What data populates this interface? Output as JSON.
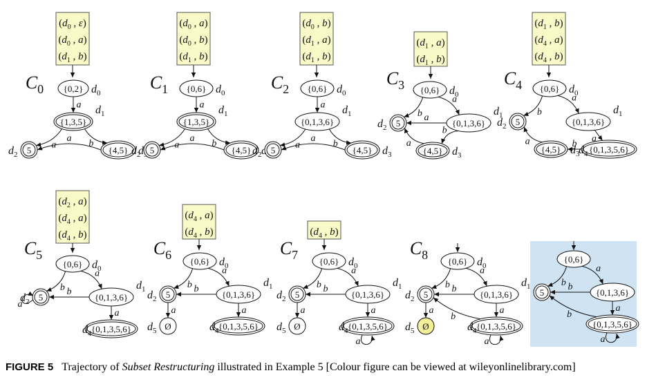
{
  "figure": {
    "caption": {
      "label": "FIGURE 5",
      "text_before": "Trajectory of ",
      "emph": "Subset Restructuring",
      "text_after": " illustrated in Example 5 [Colour figure can be viewed at wileyonlinelibrary.com]"
    },
    "colors": {
      "box_fill": "#fafac8",
      "box_border": "#555555",
      "highlight_panel": "#cfe3f3",
      "empty_state_fill": "#f3f09a"
    },
    "panels": [
      {
        "id": "C0",
        "name": "C",
        "sub": "0",
        "pairs": [
          [
            "d",
            "0",
            "ε"
          ],
          [
            "d",
            "0",
            "a"
          ],
          [
            "d",
            "1",
            "b"
          ]
        ],
        "states": [
          {
            "id": "d0",
            "label": "{0,2}",
            "lname": "d",
            "lsub": "0"
          },
          {
            "id": "d1",
            "label": "{1,3,5}",
            "lname": "d",
            "lsub": "1",
            "final": true
          },
          {
            "id": "d2",
            "label": "5",
            "lname": "d",
            "lsub": "2",
            "final": true
          },
          {
            "id": "d3",
            "label": "{4,5}",
            "lname": "d",
            "lsub": "3",
            "final": true
          }
        ],
        "transitions": [
          {
            "from": "d0",
            "to": "d1",
            "label": "a"
          },
          {
            "from": "d1",
            "to": "d2",
            "label": "a"
          },
          {
            "from": "d1",
            "to": "d3",
            "label": "b"
          },
          {
            "from": "d3",
            "to": "d2",
            "label": "a"
          }
        ]
      },
      {
        "id": "C1",
        "name": "C",
        "sub": "1",
        "pairs": [
          [
            "d",
            "0",
            "a"
          ],
          [
            "d",
            "0",
            "b"
          ],
          [
            "d",
            "1",
            "b"
          ]
        ],
        "states": [
          {
            "id": "d0",
            "label": "{0,6}",
            "lname": "d",
            "lsub": "0"
          },
          {
            "id": "d1",
            "label": "{1,3,5}",
            "lname": "d",
            "lsub": "1",
            "final": true
          },
          {
            "id": "d2",
            "label": "5",
            "lname": "d",
            "lsub": "2",
            "final": true
          },
          {
            "id": "d3",
            "label": "{4,5}",
            "lname": "d",
            "lsub": "3",
            "final": true
          }
        ],
        "transitions": [
          {
            "from": "d0",
            "to": "d1",
            "label": "a"
          },
          {
            "from": "d1",
            "to": "d2",
            "label": "a"
          },
          {
            "from": "d1",
            "to": "d3",
            "label": "b"
          },
          {
            "from": "d3",
            "to": "d2",
            "label": "a"
          }
        ]
      },
      {
        "id": "C2",
        "name": "C",
        "sub": "2",
        "pairs": [
          [
            "d",
            "0",
            "b"
          ],
          [
            "d",
            "1",
            "a"
          ],
          [
            "d",
            "1",
            "b"
          ]
        ],
        "states": [
          {
            "id": "d0",
            "label": "{0,6}",
            "lname": "d",
            "lsub": "0"
          },
          {
            "id": "d1",
            "label": "{0,1,3,6}",
            "lname": "d",
            "lsub": "1"
          },
          {
            "id": "d2",
            "label": "5",
            "lname": "d",
            "lsub": "2",
            "final": true
          },
          {
            "id": "d3",
            "label": "{4,5}",
            "lname": "d",
            "lsub": "3",
            "final": true
          }
        ],
        "transitions": [
          {
            "from": "d0",
            "to": "d1",
            "label": "a"
          },
          {
            "from": "d1",
            "to": "d2",
            "label": "a"
          },
          {
            "from": "d1",
            "to": "d3",
            "label": "b"
          },
          {
            "from": "d3",
            "to": "d2",
            "label": "a"
          }
        ]
      },
      {
        "id": "C3",
        "name": "C",
        "sub": "3",
        "pairs": [
          [
            "d",
            "1",
            "a"
          ],
          [
            "d",
            "1",
            "b"
          ]
        ],
        "states": [
          {
            "id": "d0",
            "label": "{0,6}",
            "lname": "d",
            "lsub": "0"
          },
          {
            "id": "d1",
            "label": "{0,1,3,6}",
            "lname": "d",
            "lsub": "1"
          },
          {
            "id": "d2",
            "label": "5",
            "lname": "d",
            "lsub": "2",
            "final": true
          },
          {
            "id": "d3",
            "label": "{4,5}",
            "lname": "d",
            "lsub": "3",
            "final": true
          }
        ],
        "transitions": [
          {
            "from": "d0",
            "to": "d2",
            "label": "b"
          },
          {
            "from": "d0",
            "to": "d1",
            "label": "a"
          },
          {
            "from": "d1",
            "to": "d2",
            "label": "a"
          },
          {
            "from": "d1",
            "to": "d3",
            "label": "b"
          },
          {
            "from": "d3",
            "to": "d2",
            "label": "a"
          }
        ]
      },
      {
        "id": "C4",
        "name": "C",
        "sub": "4",
        "pairs": [
          [
            "d",
            "1",
            "b"
          ],
          [
            "d",
            "4",
            "a"
          ],
          [
            "d",
            "4",
            "b"
          ]
        ],
        "states": [
          {
            "id": "d0",
            "label": "{0,6}",
            "lname": "d",
            "lsub": "0"
          },
          {
            "id": "d1",
            "label": "{0,1,3,6}",
            "lname": "d",
            "lsub": "1"
          },
          {
            "id": "d2",
            "label": "5",
            "lname": "d",
            "lsub": "2",
            "final": true
          },
          {
            "id": "d3",
            "label": "{4,5}",
            "lname": "d",
            "lsub": "3",
            "final": true
          },
          {
            "id": "d4",
            "label": "{0,1,3,5,6}",
            "lname": "d",
            "lsub": "4",
            "final": true
          }
        ],
        "transitions": [
          {
            "from": "d0",
            "to": "d2",
            "label": "b"
          },
          {
            "from": "d0",
            "to": "d1",
            "label": "a"
          },
          {
            "from": "d1",
            "to": "d4",
            "label": "a"
          },
          {
            "from": "d4",
            "to": "d3",
            "label": "b"
          },
          {
            "from": "d3",
            "to": "d2",
            "label": "a"
          }
        ]
      },
      {
        "id": "C5",
        "name": "C",
        "sub": "5",
        "pairs": [
          [
            "d",
            "2",
            "a"
          ],
          [
            "d",
            "4",
            "a"
          ],
          [
            "d",
            "4",
            "b"
          ]
        ],
        "states": [
          {
            "id": "d0",
            "label": "{0,6}",
            "lname": "d",
            "lsub": "0"
          },
          {
            "id": "d1",
            "label": "{0,1,3,6}",
            "lname": "d",
            "lsub": "1"
          },
          {
            "id": "d2",
            "label": "5",
            "lname": "d",
            "lsub": "2",
            "final": true
          },
          {
            "id": "d4",
            "label": "{0,1,3,5,6}",
            "lname": "d",
            "lsub": "4",
            "final": true
          }
        ],
        "transitions": [
          {
            "from": "d0",
            "to": "d2",
            "label": "b"
          },
          {
            "from": "d0",
            "to": "d1",
            "label": "a"
          },
          {
            "from": "d1",
            "to": "d2",
            "label": "b"
          },
          {
            "from": "d1",
            "to": "d4",
            "label": "a"
          },
          {
            "from": "d2",
            "to": "d2",
            "label": "a"
          }
        ]
      },
      {
        "id": "C6",
        "name": "C",
        "sub": "6",
        "pairs": [
          [
            "d",
            "4",
            "a"
          ],
          [
            "d",
            "4",
            "b"
          ]
        ],
        "states": [
          {
            "id": "d0",
            "label": "{0,6}",
            "lname": "d",
            "lsub": "0"
          },
          {
            "id": "d1",
            "label": "{0,1,3,6}",
            "lname": "d",
            "lsub": "1"
          },
          {
            "id": "d2",
            "label": "5",
            "lname": "d",
            "lsub": "2",
            "final": true
          },
          {
            "id": "d4",
            "label": "{0,1,3,5,6}",
            "lname": "d",
            "lsub": "4",
            "final": true
          },
          {
            "id": "d5",
            "label": "Ø",
            "lname": "d",
            "lsub": "5"
          }
        ],
        "transitions": [
          {
            "from": "d0",
            "to": "d2",
            "label": "b"
          },
          {
            "from": "d0",
            "to": "d1",
            "label": "a"
          },
          {
            "from": "d1",
            "to": "d2",
            "label": "b"
          },
          {
            "from": "d1",
            "to": "d4",
            "label": "a"
          },
          {
            "from": "d2",
            "to": "d5",
            "label": "a"
          }
        ]
      },
      {
        "id": "C7",
        "name": "C",
        "sub": "7",
        "pairs": [
          [
            "d",
            "4",
            "b"
          ]
        ],
        "states": [
          {
            "id": "d0",
            "label": "{0,6}",
            "lname": "d",
            "lsub": "0"
          },
          {
            "id": "d1",
            "label": "{0,1,3,6}",
            "lname": "d",
            "lsub": "1"
          },
          {
            "id": "d2",
            "label": "5",
            "lname": "d",
            "lsub": "2",
            "final": true
          },
          {
            "id": "d4",
            "label": "{0,1,3,5,6}",
            "lname": "d",
            "lsub": "4",
            "final": true
          },
          {
            "id": "d5",
            "label": "Ø",
            "lname": "d",
            "lsub": "5"
          }
        ],
        "transitions": [
          {
            "from": "d0",
            "to": "d2",
            "label": "b"
          },
          {
            "from": "d0",
            "to": "d1",
            "label": "a"
          },
          {
            "from": "d1",
            "to": "d2",
            "label": "b"
          },
          {
            "from": "d1",
            "to": "d4",
            "label": "a"
          },
          {
            "from": "d2",
            "to": "d5",
            "label": "a"
          },
          {
            "from": "d4",
            "to": "d4",
            "label": "a"
          }
        ]
      },
      {
        "id": "C8",
        "name": "C",
        "sub": "8",
        "pairs": [],
        "states": [
          {
            "id": "d0",
            "label": "{0,6}",
            "lname": "d",
            "lsub": "0"
          },
          {
            "id": "d1",
            "label": "{0,1,3,6}",
            "lname": "d",
            "lsub": "1"
          },
          {
            "id": "d2",
            "label": "5",
            "lname": "d",
            "lsub": "2",
            "final": true
          },
          {
            "id": "d4",
            "label": "{0,1,3,5,6}",
            "lname": "d",
            "lsub": "4",
            "final": true
          },
          {
            "id": "d5",
            "label": "Ø",
            "lname": "d",
            "lsub": "5",
            "highlight": true
          }
        ],
        "transitions": [
          {
            "from": "d0",
            "to": "d2",
            "label": "b"
          },
          {
            "from": "d0",
            "to": "d1",
            "label": "a"
          },
          {
            "from": "d1",
            "to": "d2",
            "label": "b"
          },
          {
            "from": "d1",
            "to": "d4",
            "label": "a"
          },
          {
            "from": "d2",
            "to": "d5",
            "label": "a"
          },
          {
            "from": "d4",
            "to": "d2",
            "label": "b"
          },
          {
            "from": "d4",
            "to": "d4",
            "label": "a"
          }
        ]
      },
      {
        "id": "final",
        "pairs": [],
        "states": [
          {
            "id": "d0",
            "label": "{0,6}"
          },
          {
            "id": "d1",
            "label": "{0,1,3,6}"
          },
          {
            "id": "d2",
            "label": "5",
            "final": true
          },
          {
            "id": "d4",
            "label": "{0,1,3,5,6}",
            "final": true
          }
        ],
        "transitions": [
          {
            "from": "d0",
            "to": "d2",
            "label": "b"
          },
          {
            "from": "d0",
            "to": "d1",
            "label": "a"
          },
          {
            "from": "d1",
            "to": "d2",
            "label": "b"
          },
          {
            "from": "d1",
            "to": "d4",
            "label": "a"
          },
          {
            "from": "d4",
            "to": "d2",
            "label": "b"
          },
          {
            "from": "d4",
            "to": "d4",
            "label": "a"
          }
        ]
      }
    ]
  }
}
